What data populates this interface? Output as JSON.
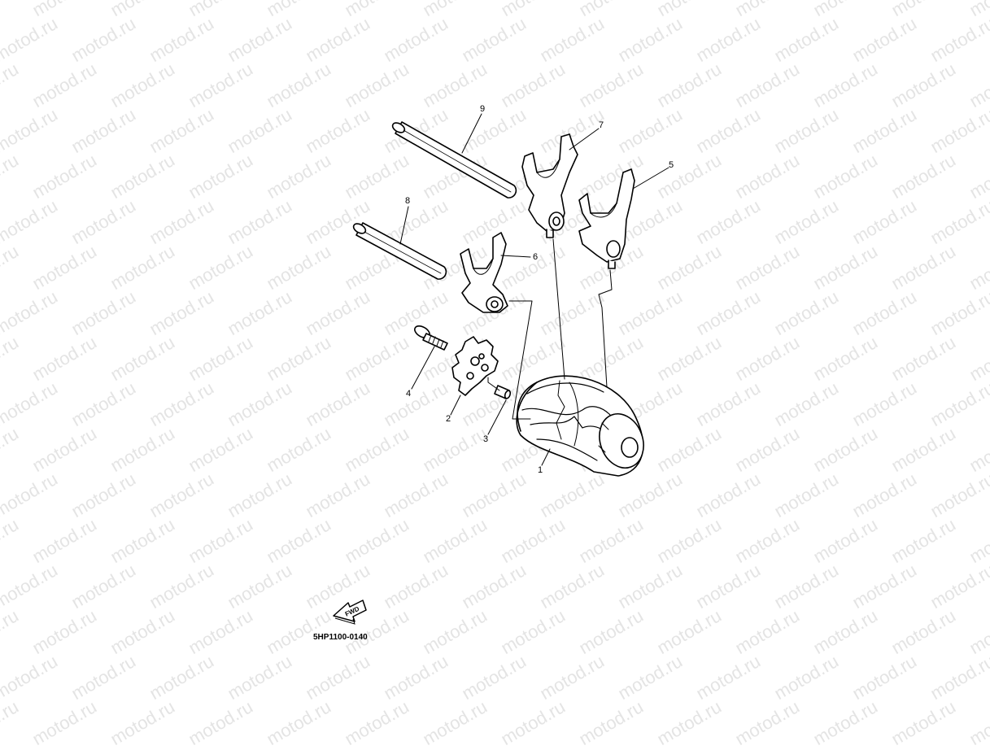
{
  "diagram": {
    "callouts": [
      "1",
      "2",
      "3",
      "4",
      "5",
      "6",
      "7",
      "8",
      "9"
    ],
    "fwd_arrow_text": "FWD",
    "part_code": "5HP1100-0140",
    "watermark_text": "motod.ru",
    "colors": {
      "line": "#000000",
      "watermark": "#e4e4e4",
      "background": "#ffffff"
    }
  }
}
